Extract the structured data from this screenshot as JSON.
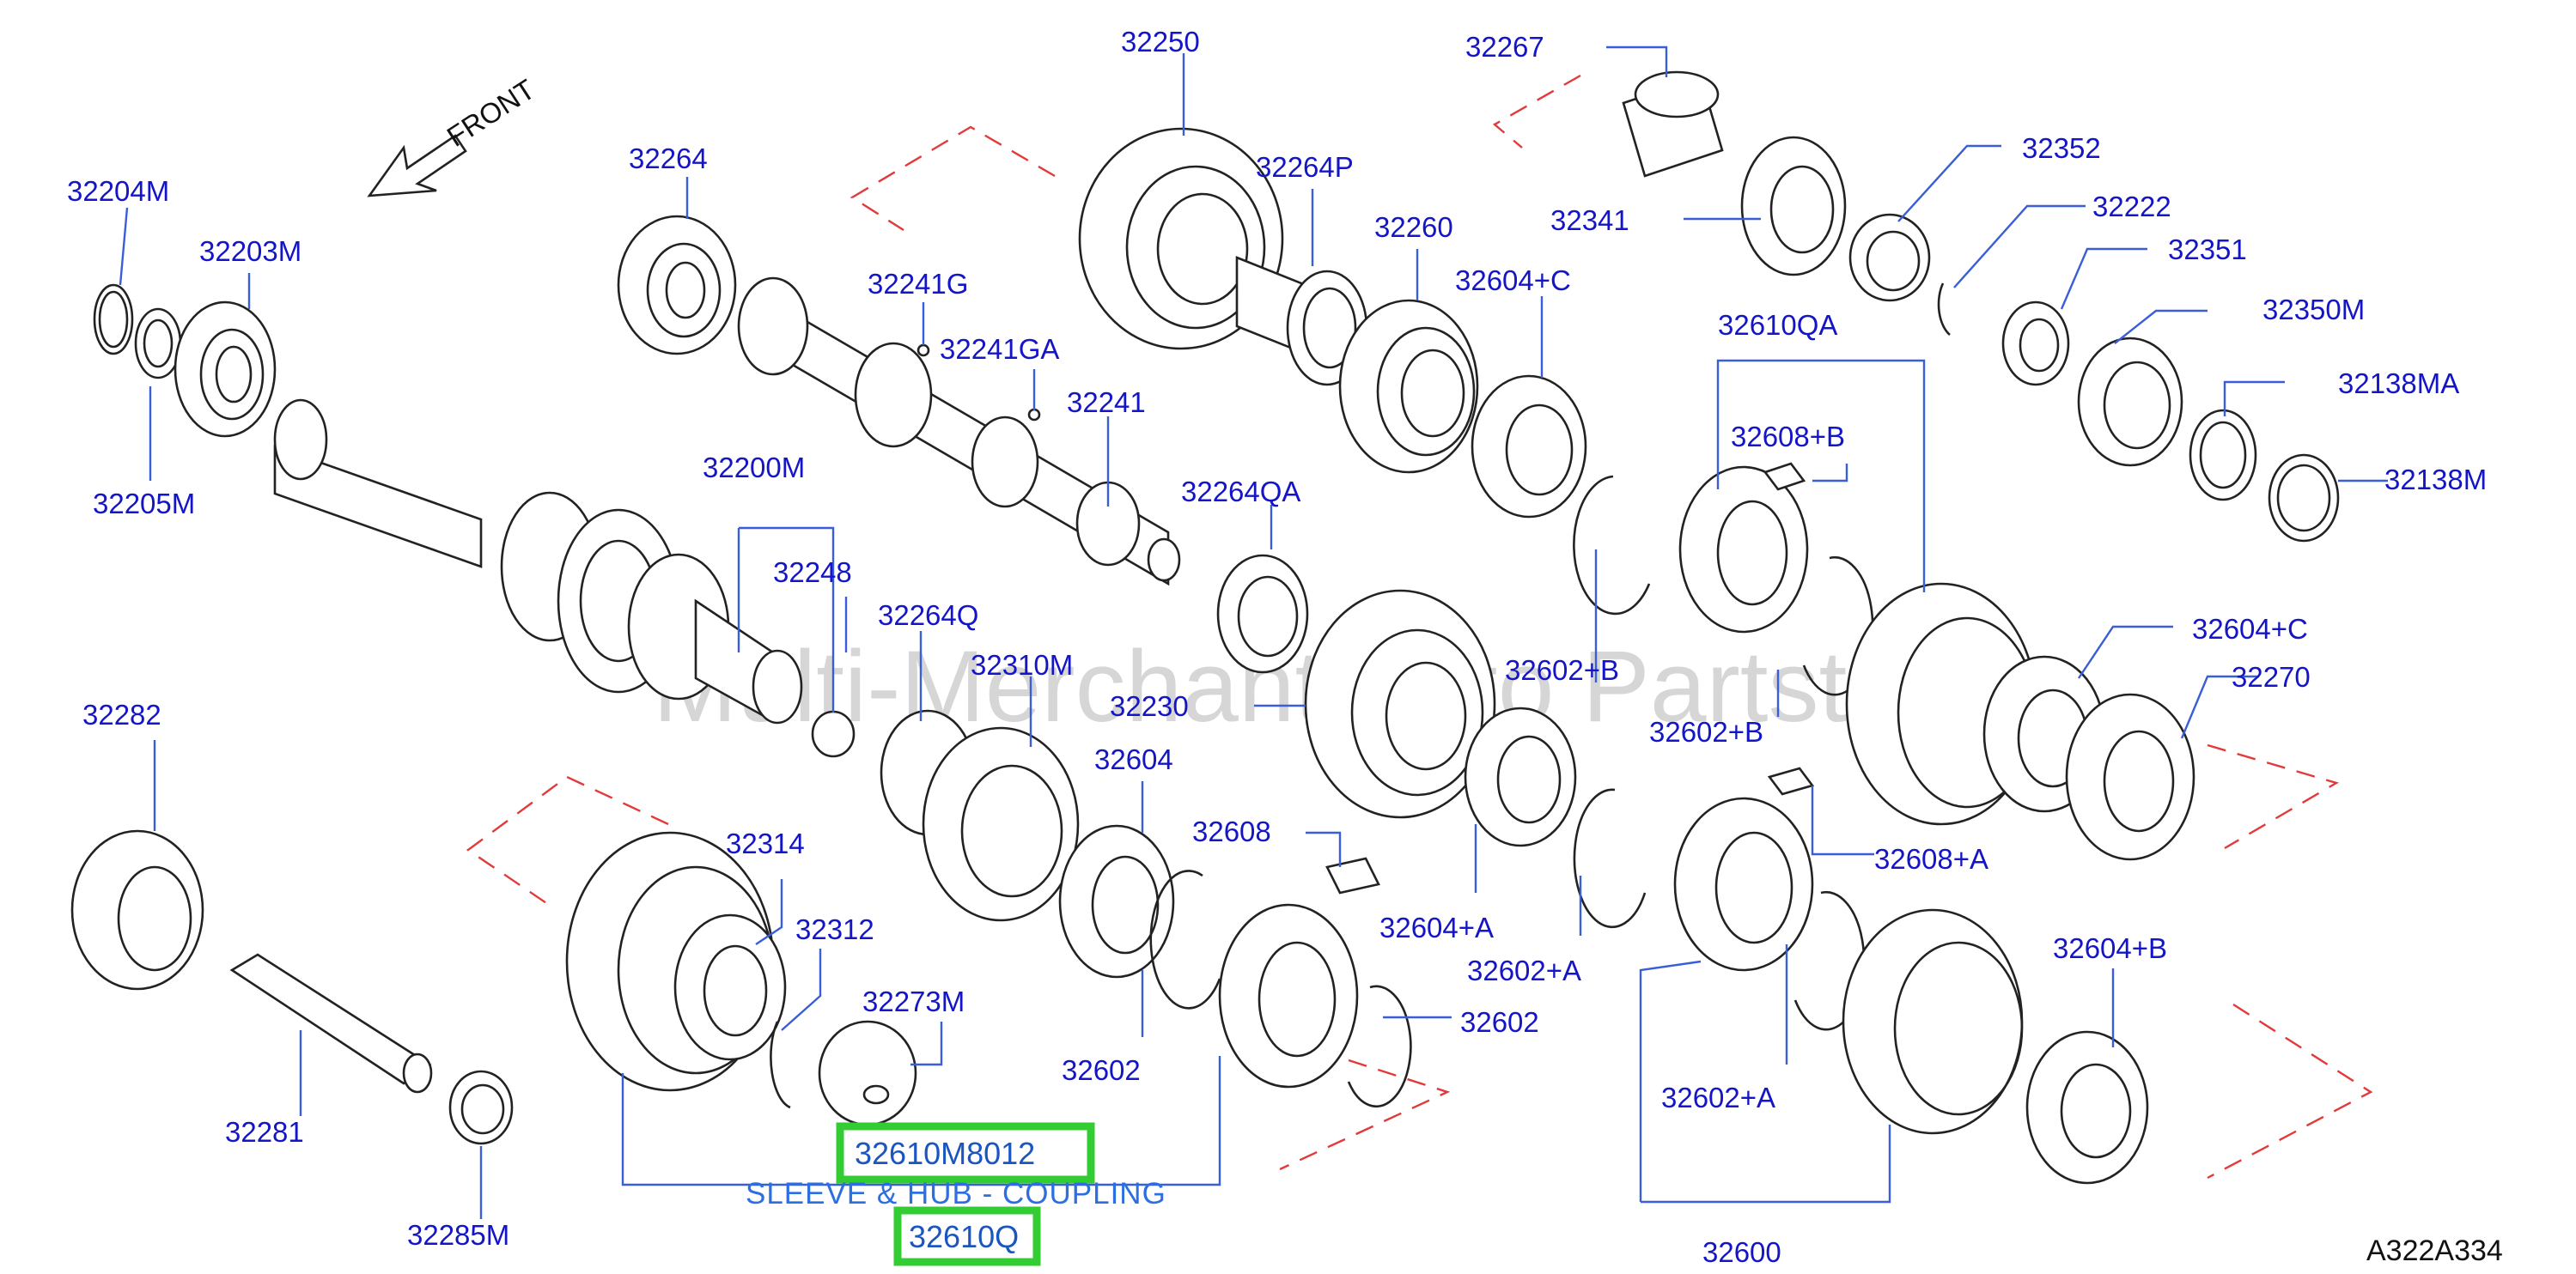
{
  "watermark": "Multi-Merchant Auto Partstore",
  "front_label": "FRONT",
  "diagram_ref": "A322A334",
  "highlight": {
    "part_number": "32610M8012",
    "description": "SLEEVE & HUB - COUPLING",
    "callout": "32610Q"
  },
  "parts": {
    "p32250": "32250",
    "p32267": "32267",
    "p32264": "32264",
    "p32264P": "32264P",
    "p32352": "32352",
    "p32204M": "32204M",
    "p32203M": "32203M",
    "p32341": "32341",
    "p32260": "32260",
    "p32222": "32222",
    "p32241G": "32241G",
    "p32241GA": "32241GA",
    "p32604C_top": "32604+C",
    "p32351": "32351",
    "p32610QA": "32610QA",
    "p32350M": "32350M",
    "p32241": "32241",
    "p32138MA": "32138MA",
    "p32205M": "32205M",
    "p32608B": "32608+B",
    "p32138M": "32138M",
    "p32200M": "32200M",
    "p32264QA": "32264QA",
    "p32248": "32248",
    "p32264Q": "32264Q",
    "p32604C_mid": "32604+C",
    "p32310M": "32310M",
    "p32602B_a": "32602+B",
    "p32270": "32270",
    "p32230": "32230",
    "p32282": "32282",
    "p32602B_b": "32602+B",
    "p32604": "32604",
    "p32314": "32314",
    "p32608": "32608",
    "p32608A": "32608+A",
    "p32312": "32312",
    "p32604A": "32604+A",
    "p32602A_a": "32602+A",
    "p32604B": "32604+B",
    "p32273M": "32273M",
    "p32602": "32602",
    "p32602_b": "32602",
    "p32281": "32281",
    "p32602A_b": "32602+A",
    "p32285M": "32285M",
    "p32600": "32600"
  },
  "colors": {
    "label_blue": "#1515c8",
    "highlight_green": "#33cc33",
    "leader_blue": "#3a5ed8",
    "guide_red": "#e23a3a"
  }
}
